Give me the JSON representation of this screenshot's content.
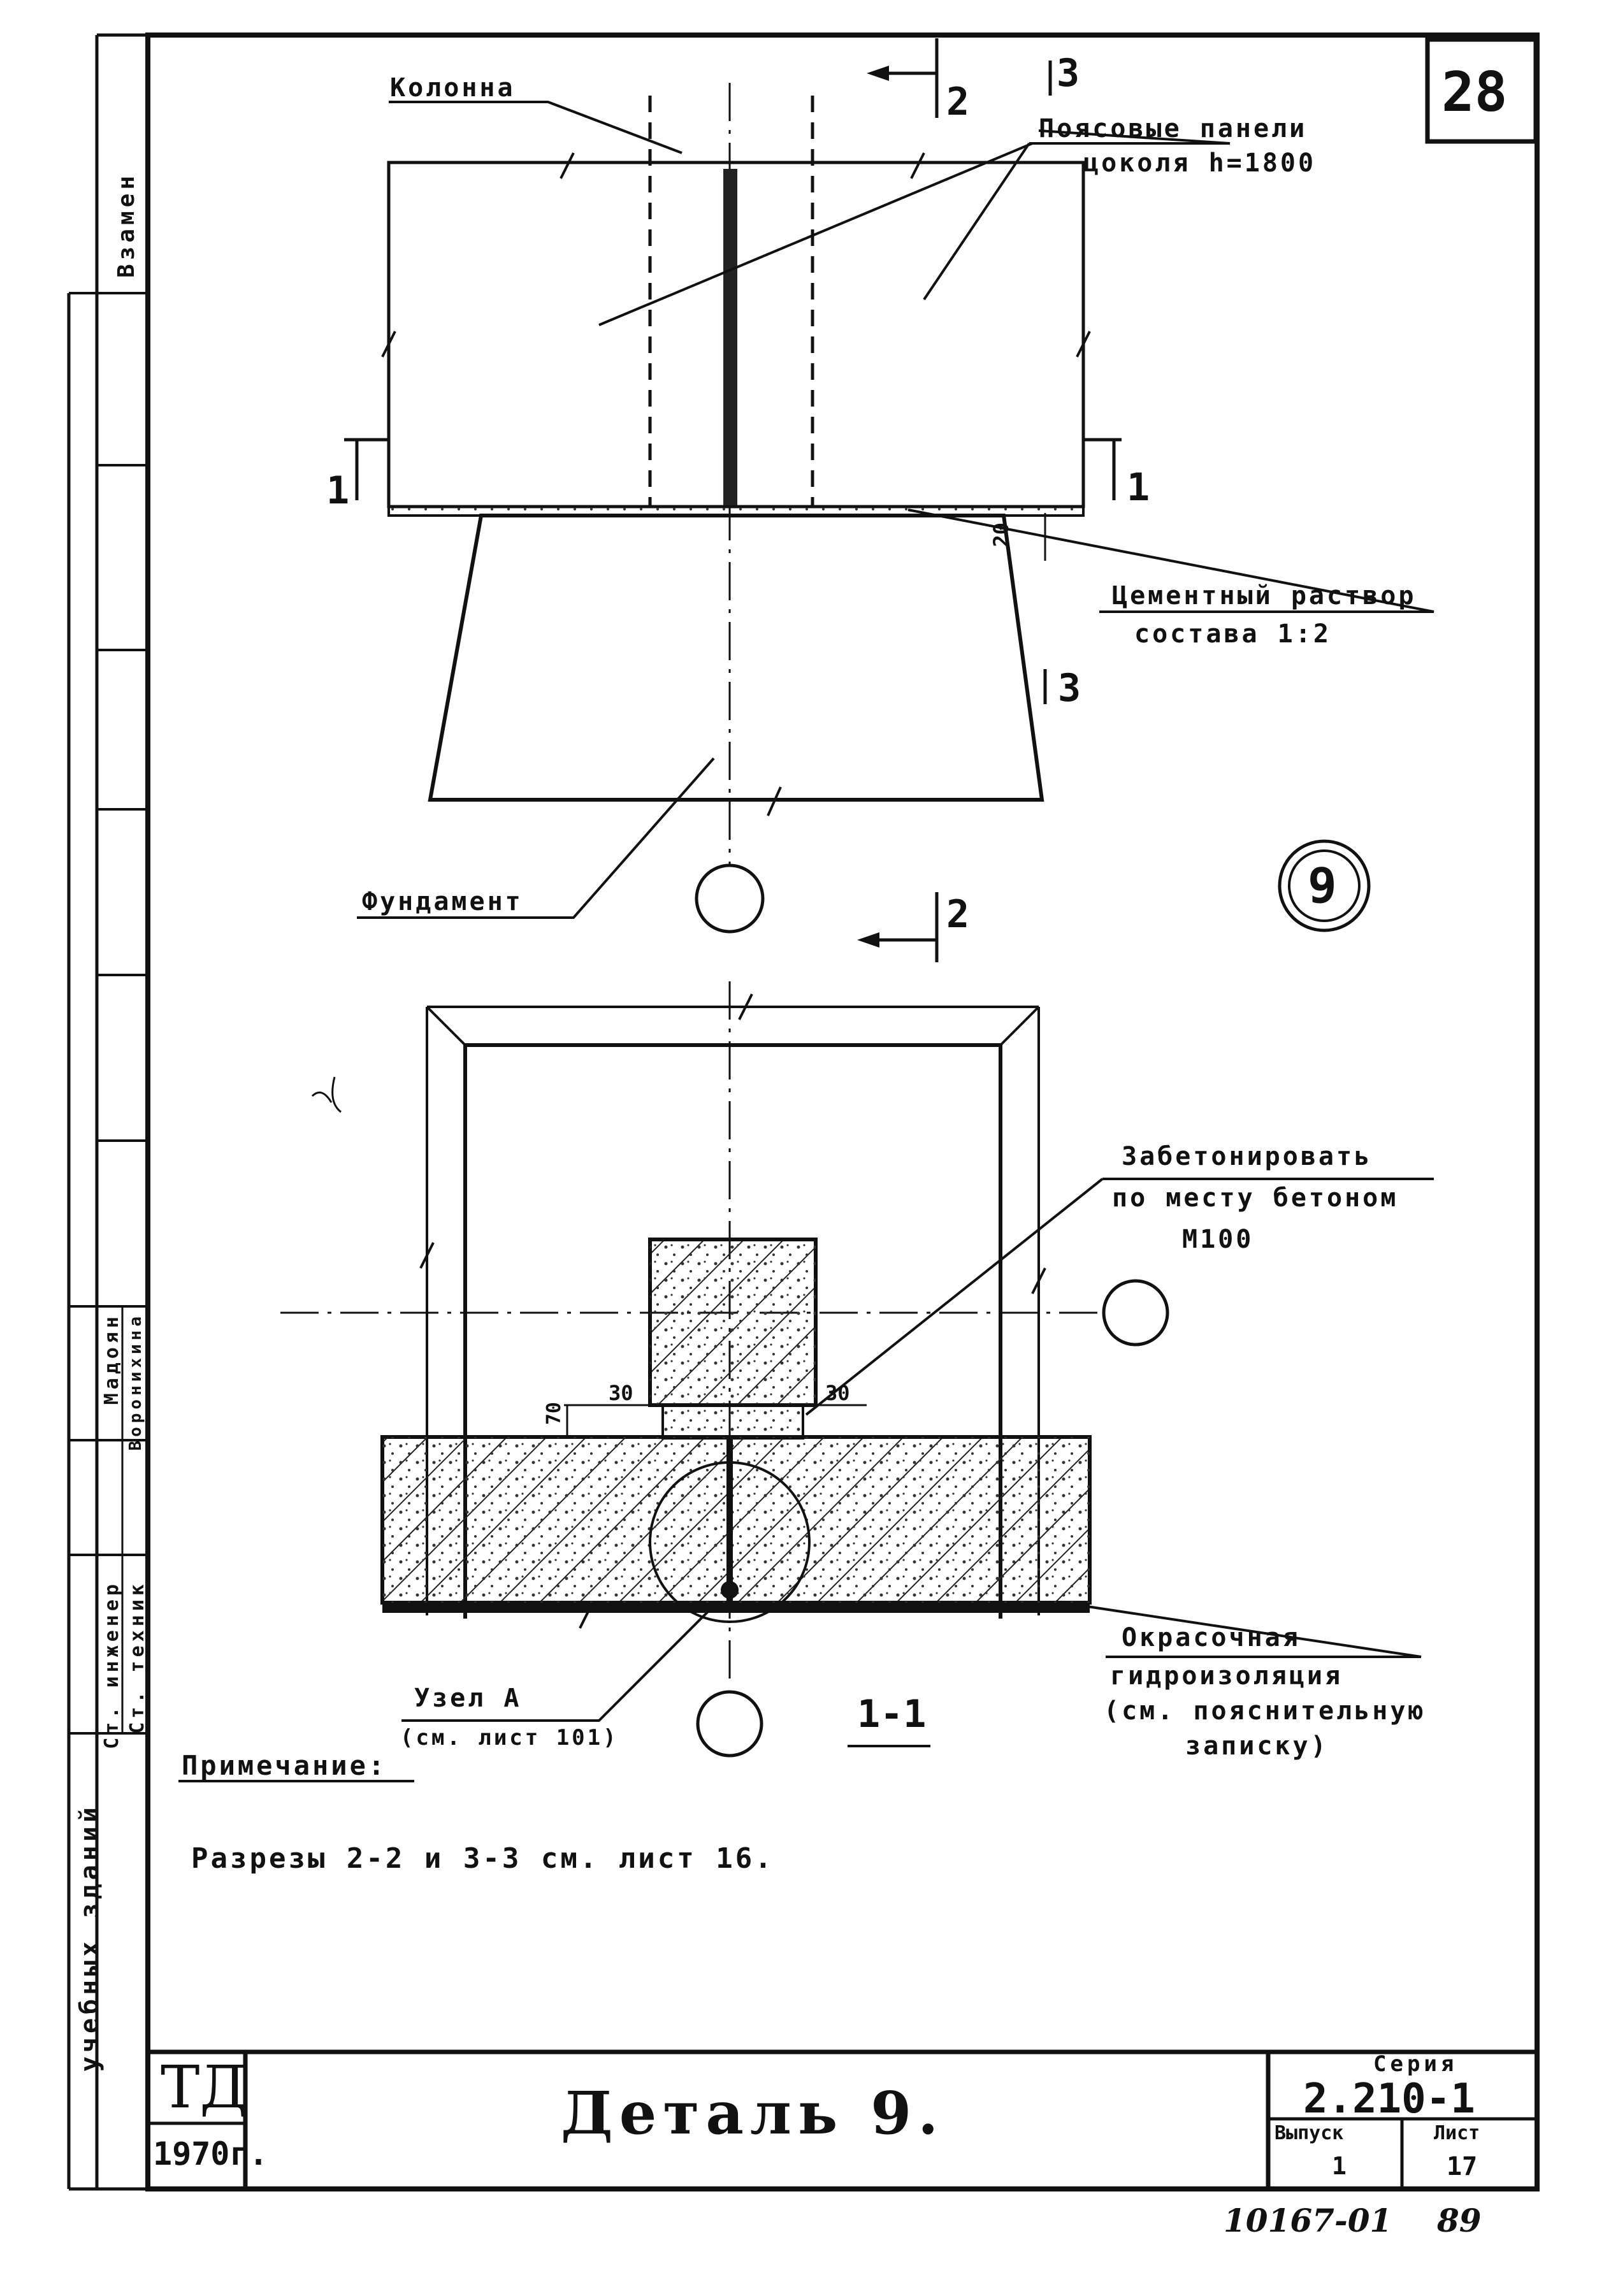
{
  "sheet_number": "28",
  "labels": {
    "column": "Колонна",
    "panels_line1": "Поясовые панели",
    "panels_line2": "цоколя h=1800",
    "mortar_line1": "Цементный раствор",
    "mortar_line2": "состава 1:2",
    "foundation": "Фундамент",
    "concrete_line1": "Забетонировать",
    "concrete_line2": "по месту бетоном",
    "concrete_line3": "М100",
    "waterproof_line1": "Окрасочная",
    "waterproof_line2": "гидроизоляция",
    "waterproof_line3": "(см. пояснительную",
    "waterproof_line4": "записку)",
    "node_line1": "Узел А",
    "node_line2": "(см. лист 101)"
  },
  "dimensions": {
    "mortar_thickness": "20",
    "gap_height": "70",
    "gap_left": "30",
    "gap_right": "30"
  },
  "section_marks": {
    "s1_left": "1",
    "s1_right": "1",
    "s2_top": "2",
    "s2_bottom": "2",
    "s3_top": "3",
    "s3_side": "3",
    "section_label": "1-1"
  },
  "detail_number": "9",
  "note": {
    "heading": "Примечание:",
    "text": "Разрезы 2-2 и 3-3 см. лист 16."
  },
  "margin": {
    "replace": "Взамен",
    "role_engineer": "Ст. инженер",
    "role_technician": "Ст. техник",
    "name_engineer": "Мадоян",
    "name_technician": "Воронихина",
    "signature": "",
    "project_title": "учебных зданий"
  },
  "title_block": {
    "org": "ТД",
    "year": "1970г.",
    "title": "Деталь 9.",
    "series_label": "Серия",
    "series_value": "2.210-1",
    "issue_label": "Выпуск",
    "issue_value": "1",
    "sheet_label": "Лист",
    "sheet_value": "17"
  },
  "stamp": {
    "code": "10167-01",
    "page": "89"
  }
}
